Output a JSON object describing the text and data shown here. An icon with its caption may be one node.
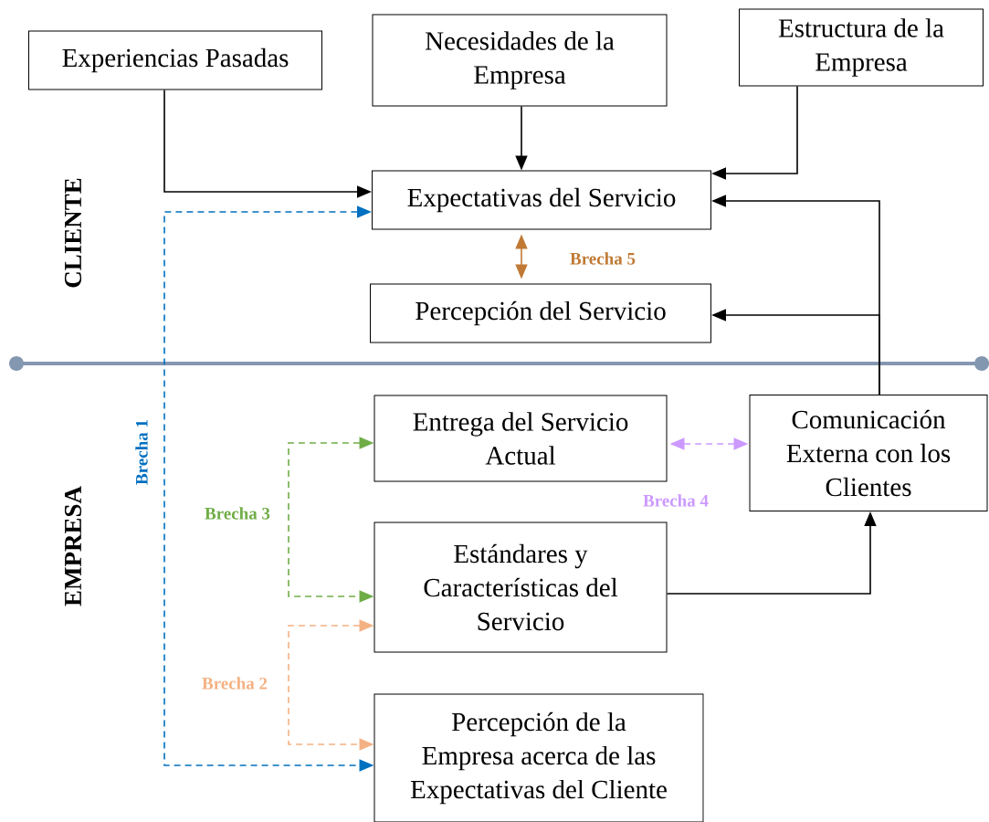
{
  "diagram": {
    "nodes": [
      {
        "text": [
          "Experiencias Pasadas"
        ]
      },
      {
        "text": [
          "Necesidades de la Empresa"
        ]
      },
      {
        "text": [
          "Estructura de la Empresa"
        ]
      },
      {
        "text": [
          "Expectativas del Servicio"
        ]
      },
      {
        "text": [
          "Percepción del Servicio"
        ]
      },
      {
        "text": [
          "Entrega del Servicio Actual"
        ]
      },
      {
        "text": [
          "Comunicación Externa con los Clientes"
        ]
      },
      {
        "text": [
          "Estándares y Características del Servicio"
        ]
      },
      {
        "text": [
          "Percepción de la Empresa acerca de las Expectativas del Cliente"
        ]
      }
    ],
    "edges": [
      {
        "from": 0,
        "to": 3,
        "arrow": "to"
      },
      {
        "from": 1,
        "to": 3,
        "arrow": "to"
      },
      {
        "from": 2,
        "to": 3,
        "arrow": "to"
      },
      {
        "from": 6,
        "to": 3,
        "arrow": "to"
      },
      {
        "from": 6,
        "to": 4,
        "arrow": "to"
      },
      {
        "from": 7,
        "to": 6,
        "arrow": "to"
      },
      {
        "from": 3,
        "to": 4,
        "arrow": "both",
        "label": "Brecha 5",
        "color": "#c07a35"
      },
      {
        "from": 3,
        "to": 8,
        "arrow": "both",
        "label": "Brecha 1",
        "style": "dashed",
        "color": "#0070c0"
      },
      {
        "from": 5,
        "to": 7,
        "arrow": "both",
        "label": "Brecha 3",
        "style": "dashed",
        "color": "#70ad47"
      },
      {
        "from": 7,
        "to": 8,
        "arrow": "both",
        "label": "Brecha 2",
        "style": "dashed",
        "color": "#f4b183"
      },
      {
        "from": 5,
        "to": 6,
        "arrow": "both",
        "label": "Brecha 4",
        "style": "dashed",
        "color": "#cc99ff"
      }
    ],
    "labels": [
      "CLIENTE",
      "EMPRESA"
    ]
  }
}
